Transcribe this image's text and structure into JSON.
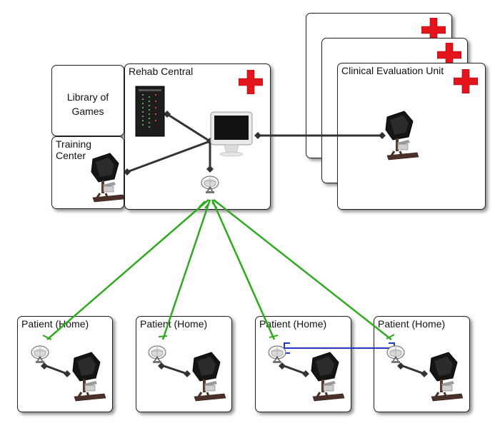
{
  "rehab_central": {
    "label": "Rehab Central"
  },
  "library": {
    "line1": "Library of",
    "line2": "Games"
  },
  "training": {
    "line1": "Training",
    "line2": "Center"
  },
  "clinical": {
    "label": "Clinical Evaluation Unit"
  },
  "patients": [
    {
      "label": "Patient (Home)"
    },
    {
      "label": "Patient (Home)"
    },
    {
      "label": "Patient (Home)"
    },
    {
      "label": "Patient (Home)"
    }
  ],
  "colors": {
    "wireless_link": "#2faa1f",
    "peer_link": "#2438c8",
    "wired_link": "#333333",
    "medical_cross": "#e3141b"
  },
  "icons": {
    "server": "server-tower-icon",
    "computer": "desktop-computer-icon",
    "dish": "satellite-dish-icon",
    "station": "rehab-workstation-icon",
    "cross": "medical-cross-icon"
  }
}
